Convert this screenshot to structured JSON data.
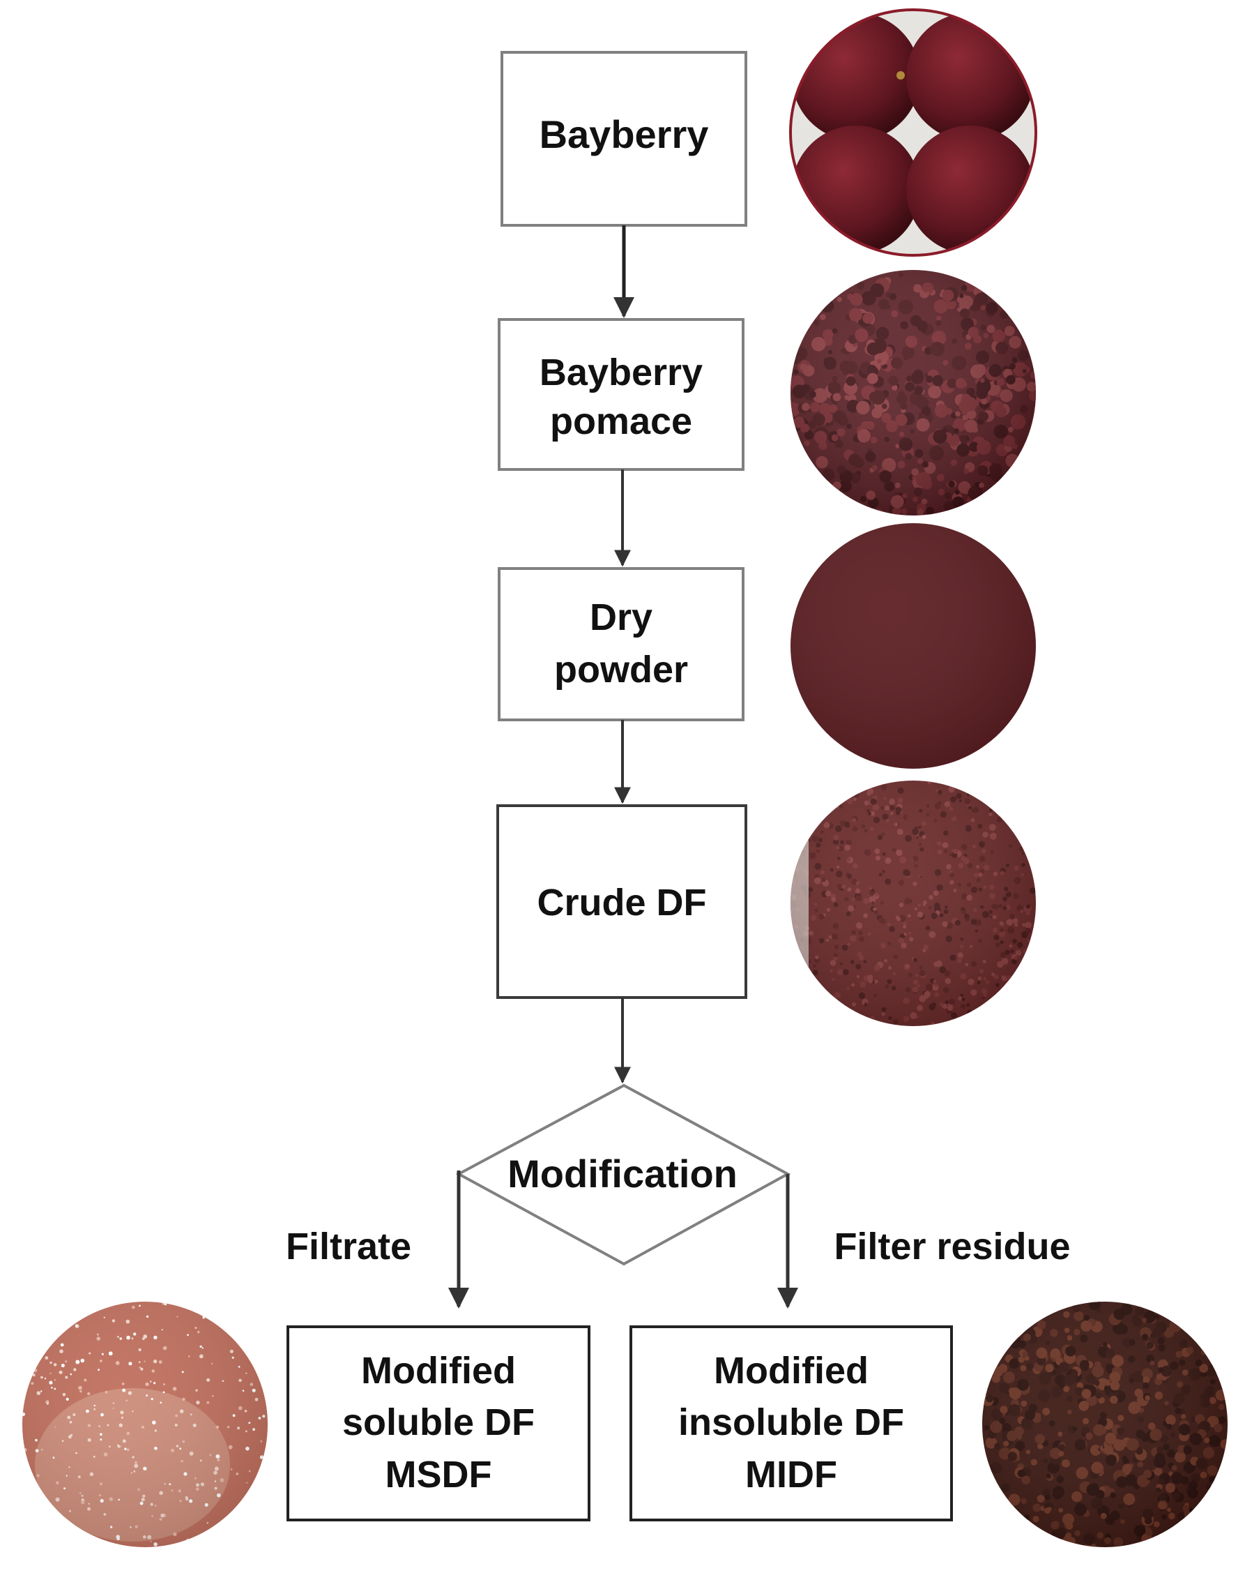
{
  "steps": [
    {
      "id": "bayberry",
      "lines": [
        "Bayberry"
      ]
    },
    {
      "id": "pomace",
      "lines": [
        "Bayberry",
        "pomace"
      ]
    },
    {
      "id": "dry",
      "lines": [
        "Dry",
        "powder"
      ]
    },
    {
      "id": "crude",
      "lines": [
        "Crude DF"
      ]
    }
  ],
  "decision": {
    "label": "Modification"
  },
  "branches": {
    "left": {
      "edge_label": "Filtrate",
      "lines": [
        "Modified",
        "soluble DF",
        "MSDF"
      ]
    },
    "right": {
      "edge_label": "Filter residue",
      "lines": [
        "Modified",
        "insoluble DF",
        "MIDF"
      ]
    }
  },
  "photos": [
    {
      "id": "photo-bayberry-fruit",
      "depicts": "bayberry fruits",
      "base_color": "#6e1f28",
      "rim_color": "#8a1c2a"
    },
    {
      "id": "photo-pomace",
      "depicts": "bayberry pomace",
      "base_color": "#5a1e24"
    },
    {
      "id": "photo-dry-powder",
      "depicts": "dry powder",
      "base_color": "#5c1e22"
    },
    {
      "id": "photo-crude-df",
      "depicts": "crude DF",
      "base_color": "#6b2a2a"
    },
    {
      "id": "photo-msdf",
      "depicts": "MSDF",
      "base_color": "#c0705e"
    },
    {
      "id": "photo-midf",
      "depicts": "MIDF",
      "base_color": "#3e1a14"
    }
  ],
  "colors": {
    "box_border": "#808080",
    "box_border_dark": "#3a3a3a",
    "arrow": "#333333",
    "text": "#111111"
  }
}
